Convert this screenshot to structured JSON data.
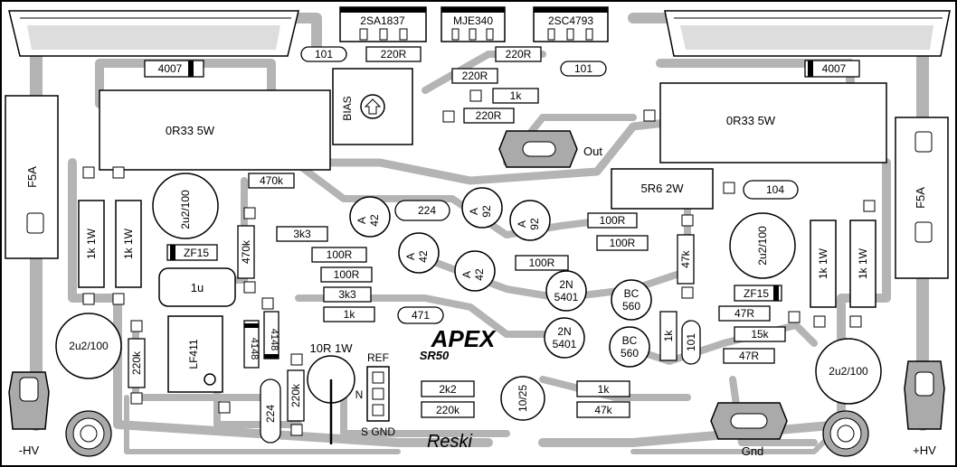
{
  "labels": {
    "transistor_top_left": "2SA1837",
    "transistor_top_mid": "MJE340",
    "transistor_top_right": "2SC4793",
    "res_101_top": "101",
    "res_220r_a": "220R",
    "res_220r_b": "220R",
    "res_220r_c": "220R",
    "res_220r_d": "220R",
    "cap_101_right": "101",
    "diode_4007_left": "4007",
    "diode_4007_right": "4007",
    "res_1k_top": "1k",
    "bias": "BIAS",
    "res_0r33_left": "0R33 5W",
    "res_0r33_right": "0R33 5W",
    "out": "Out",
    "fuse_left": "F5A",
    "fuse_right": "F5A",
    "res_470k_h": "470k",
    "res_5r6": "5R6 2W",
    "cap_104": "104",
    "cap_2u2_tl": "2u2/100",
    "cap_2u2_tr": "2u2/100",
    "cap_2u2_bl": "2u2/100",
    "cap_2u2_br": "2u2/100",
    "res_1k1w_a": "1k 1W",
    "res_1k1w_b": "1k 1W",
    "res_1k1w_c": "1k 1W",
    "res_1k1w_d": "1k 1W",
    "zf15_left": "ZF15",
    "zf15_right": "ZF15",
    "res_470k_v": "470k",
    "res_3k3_a": "3k3",
    "res_3k3_b": "3k3",
    "res_100r_a": "100R",
    "res_100r_b": "100R",
    "res_100r_c": "100R",
    "res_100r_d": "100R",
    "res_100r_e": "100R",
    "res_1k_mid": "1k",
    "cap_224_a": "224",
    "cap_224_b": "224",
    "cap_471": "471",
    "a42_1": "A\n42",
    "a92": "A\n92",
    "a": "A",
    "n42": "42",
    "n92": "92",
    "res_47k_v": "47k",
    "cap_1u": "1u",
    "ic": "LF411",
    "diode_4148": "4148",
    "res_220k_a": "220k",
    "res_220k_b": "220k",
    "res_220k_c": "220k",
    "res_10r": "10R 1W",
    "ref": "REF",
    "n": "N",
    "s_gnd": "S GND",
    "apex": "APEX",
    "sr50": "SR50",
    "reski": "Reski",
    "res_2k2": "2k2",
    "cap_10_25": "10/25",
    "res_1k_b": "1k",
    "res_47k_h": "47k",
    "t2n5401": "2N\n5401",
    "n2n": "2N",
    "n5401": "5401",
    "bc": "BC",
    "bc560": "560",
    "res_1k_v": "1k",
    "res_101_v": "101",
    "res_47r_a": "47R",
    "res_47r_b": "47R",
    "res_15k": "15k",
    "gnd": "Gnd",
    "minus_hv": "-HV",
    "plus_hv": "+HV"
  }
}
